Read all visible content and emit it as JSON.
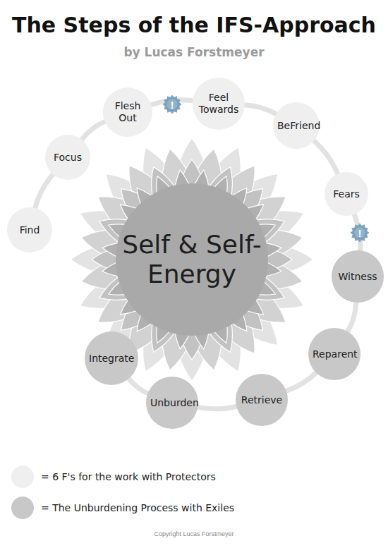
{
  "diagram": {
    "title": "The Steps of the IFS-Approach",
    "nodes": [
      {
        "text": [
          "Find"
        ]
      },
      {
        "text": [
          "Focus"
        ]
      },
      {
        "text": [
          "Flesh Out"
        ]
      },
      {
        "text": [
          "Feel Towards"
        ]
      },
      {
        "text": [
          "BeFriend"
        ]
      },
      {
        "text": [
          "Fears"
        ]
      },
      {
        "text": [
          "Witness"
        ]
      },
      {
        "text": [
          "Reparent"
        ]
      },
      {
        "text": [
          "Retrieve"
        ]
      },
      {
        "text": [
          "Unburden"
        ]
      },
      {
        "text": [
          "Integrate"
        ]
      },
      {
        "text": [
          "Self & Self-Energy"
        ]
      }
    ],
    "edges": [
      {
        "from": 0,
        "to": 1,
        "arrow": "none"
      },
      {
        "from": 1,
        "to": 2,
        "arrow": "none"
      },
      {
        "from": 2,
        "to": 3,
        "arrow": "none"
      },
      {
        "from": 3,
        "to": 4,
        "arrow": "none"
      },
      {
        "from": 4,
        "to": 5,
        "arrow": "none"
      },
      {
        "from": 5,
        "to": 6,
        "arrow": "none"
      },
      {
        "from": 6,
        "to": 7,
        "arrow": "none"
      },
      {
        "from": 7,
        "to": 8,
        "arrow": "none"
      },
      {
        "from": 8,
        "to": 9,
        "arrow": "none"
      },
      {
        "from": 9,
        "to": 10,
        "arrow": "none"
      }
    ],
    "labels": [
      "by Lucas Forstmeyer",
      "!",
      "!",
      "Copyright Lucas Forstmeyer"
    ],
    "legend": [
      {
        "text": "= 6 F's for the work with Protectors",
        "color": "#efefef"
      },
      {
        "text": "= The Unburdening Process with Exiles",
        "color": "#c8c8c8"
      }
    ]
  }
}
